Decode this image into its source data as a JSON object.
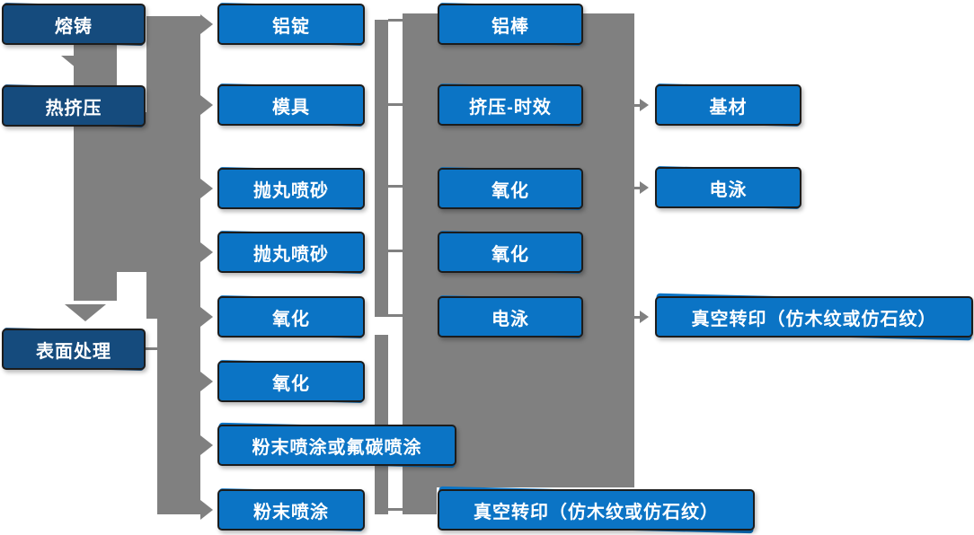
{
  "colors": {
    "connector_gray": "#808080",
    "box_blue": "#0B74C5",
    "box_navy": "#154B7D",
    "box_border": "#1C1C1C",
    "text_white": "#FFFFFF"
  },
  "nodes": {
    "smelting": "熔铸",
    "hot_extrusion": "热挤压",
    "surface_treatment": "表面处理",
    "aluminum_ingot": "铝锭",
    "mold": "模具",
    "shot_blasting_1": "抛丸喷砂",
    "shot_blasting_2": "抛丸喷砂",
    "oxidation_1": "氧化",
    "oxidation_2": "氧化",
    "powder_or_fluorocarbon_coating": "粉末喷涂或氟碳喷涂",
    "powder_coating": "粉末喷涂",
    "aluminum_rod": "铝棒",
    "extrusion_aging": "挤压-时效",
    "oxidation_3": "氧化",
    "oxidation_4": "氧化",
    "electrophoresis_1": "电泳",
    "vacuum_transfer_1": "真空转印（仿木纹或仿石纹）",
    "base_material": "基材",
    "electrophoresis_2": "电泳",
    "vacuum_transfer_2": "真空转印（仿木纹或仿石纹）"
  }
}
